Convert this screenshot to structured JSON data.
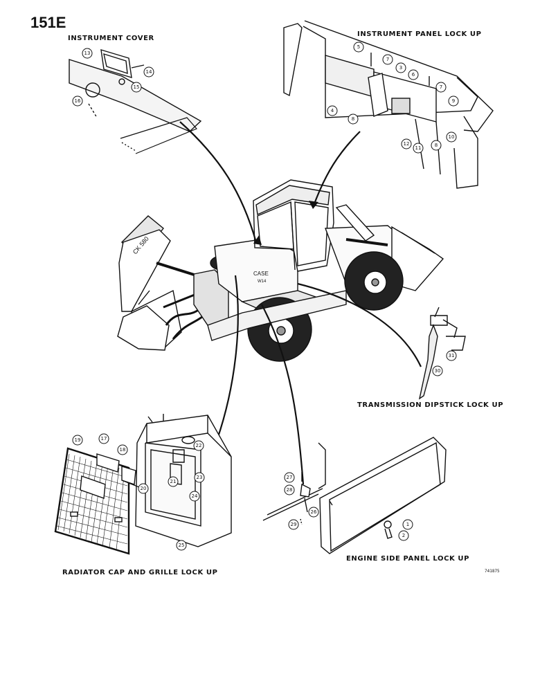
{
  "page_number": "151E",
  "labels": {
    "instrument_cover": "INSTRUMENT COVER",
    "instrument_panel_lock_up": "INSTRUMENT PANEL LOCK UP",
    "transmission_dipstick_lock_up": "TRANSMISSION DIPSTICK LOCK UP",
    "radiator_cap_and_grille_lock_up": "RADIATOR CAP AND GRILLE LOCK UP",
    "engine_side_panel_lock_up": "ENGINE SIDE PANEL LOCK UP"
  },
  "figure_code": "741875",
  "callouts": {
    "instrument_cover": [
      "13",
      "14",
      "15",
      "16"
    ],
    "instrument_panel": [
      "3",
      "4",
      "5",
      "6",
      "7",
      "7",
      "8",
      "8",
      "9",
      "10",
      "11",
      "12"
    ],
    "transmission_dipstick": [
      "30",
      "31"
    ],
    "radiator_grille": [
      "17",
      "18",
      "19",
      "20",
      "21",
      "22",
      "23",
      "24",
      "25"
    ],
    "engine_side_panel": [
      "1",
      "2",
      "26",
      "27",
      "28",
      "29"
    ]
  }
}
